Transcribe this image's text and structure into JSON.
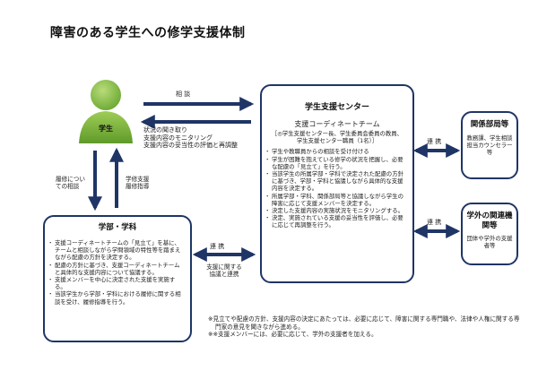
{
  "title": "障害のある学生への修学支援体制",
  "student": {
    "label": "学生"
  },
  "arrows": {
    "consult": "相 談",
    "feedback_lines": [
      "状況の聞き取り",
      "支援内容のモニタリング",
      "支援内容の妥当性の評価と再調整"
    ],
    "left_down": [
      "履修につい",
      "ての相談"
    ],
    "right_up": [
      "学修支援",
      "履修指導"
    ],
    "coop_bottom_top": "連 携",
    "coop_bottom_sub": [
      "支援に関する",
      "協議と連携"
    ],
    "coop_right_top": "連 携",
    "coop_right_bottom": "連 携"
  },
  "center": {
    "title": "学生支援センター",
    "subtitle": "支援コーディネートチーム",
    "members": "［◎学生支援センター長、学生委員会委員の教員、学生支援センター職員（1名）］",
    "items": [
      "学生や教職員からの相談を受け付ける",
      "学生が困難を抱えている修学の状況を把握し、必要な配慮の「見立て」を行う。",
      "当該学生の所属学部・学科で決定された配慮の方針に基づき、学部・学科と協議しながら具体的な支援内容を決定する。",
      "所属学部・学科、関係部局等と協議しながら学生の障害に応じて支援メンバーを決定する。",
      "決定した支援内容の実施状況をモニタリングする。",
      "決定、実施されている支援の妥当性を評価し、必要に応じて再調整を行う。"
    ]
  },
  "faculty": {
    "title": "学部・学科",
    "items": [
      "支援コーディネートチームの「見立て」を基に、チームと相談しながら学問領域の特性等を踏まえながら配慮の方針を決定する。",
      "配慮の方針に基づき、支援コーディネートチームと具体的な支援内容について協議する。",
      "支援メンバーを中心に決定された支援を実施する。",
      "当該学生から学部・学科における履修に関する相談を受け、履修指導を行う。"
    ]
  },
  "dept": {
    "title": "関係部局等",
    "body": "教務課、学生相談担当カウンセラー等"
  },
  "external": {
    "title": "学外の関連機関等",
    "body": "団体や学外の支援者等"
  },
  "notes": [
    "※見立てや配慮の方針、支援内容の決定にあたっては、必要に応じて、障害に関する専門職や、法律や人権に関する専門家の意見を聞きながら進める。",
    "※※支援メンバーには、必要に応じて、学外の支援者を加える。"
  ]
}
